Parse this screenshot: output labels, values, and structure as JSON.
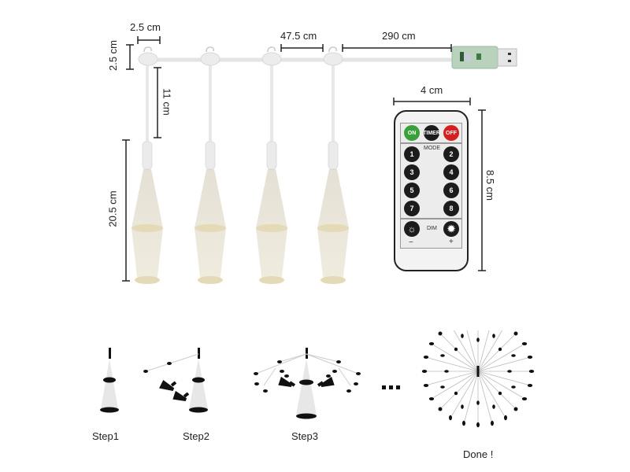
{
  "dimensions": {
    "hook_width": "2.5 cm",
    "hook_height": "2.5 cm",
    "spacing": "47.5 cm",
    "lead_cable": "290 cm",
    "drop_length": "11 cm",
    "firework_length": "20.5 cm",
    "remote_width": "4 cm",
    "remote_height": "8.5 cm"
  },
  "remote": {
    "top_buttons": [
      {
        "label": "ON",
        "color": "#3aa03a"
      },
      {
        "label": "TIMER",
        "color": "#1c1c1c"
      },
      {
        "label": "OFF",
        "color": "#d62020"
      }
    ],
    "mode_label": "MODE",
    "mode_buttons": [
      "1",
      "2",
      "3",
      "4",
      "5",
      "6",
      "7",
      "8"
    ],
    "dim_label": "DIM",
    "dim_minus": "−",
    "dim_plus": "+"
  },
  "steps": [
    {
      "label": "Step1"
    },
    {
      "label": "Step2"
    },
    {
      "label": "Step3"
    },
    {
      "label": "Done !"
    }
  ],
  "ellipsis": "..."
}
